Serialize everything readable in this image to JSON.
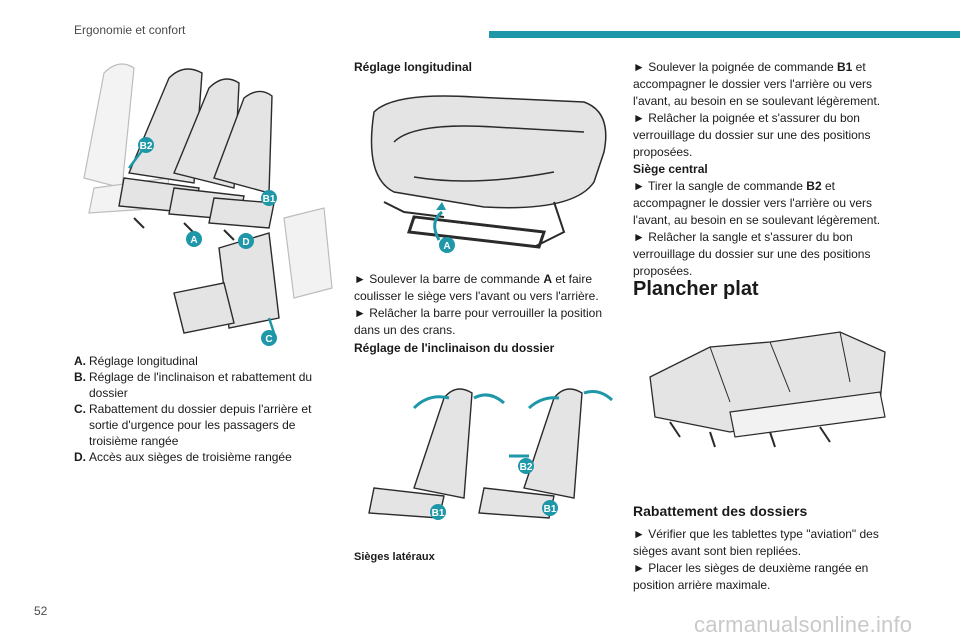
{
  "header": {
    "section": "Ergonomie et confort",
    "accent_color": "#1e97a9"
  },
  "page_number": "52",
  "watermark": "carmanualsonline.info",
  "figure1": {
    "callouts": [
      "B2",
      "B1",
      "A",
      "D",
      "C"
    ]
  },
  "legend": [
    {
      "key": "A.",
      "text": "Réglage longitudinal"
    },
    {
      "key": "B.",
      "text": "Réglage de l'inclinaison et rabattement du dossier"
    },
    {
      "key": "C.",
      "text": "Rabattement du dossier depuis l'arrière et sortie d'urgence pour les passagers de troisième rangée"
    },
    {
      "key": "D.",
      "text": "Accès aux sièges de troisième rangée"
    }
  ],
  "col2": {
    "heading1": "Réglage longitudinal",
    "figure_callout": "A",
    "p1_pre": "► Soulever la barre de commande ",
    "p1_bold": "A",
    "p1_post": " et faire coulisser le siège vers l'avant ou vers l'arrière.",
    "p2": "► Relâcher la barre pour verrouiller la position dans un des crans.",
    "heading2": "Réglage de l'inclinaison du dossier",
    "figure2_callouts": [
      "B1",
      "B2",
      "B1"
    ],
    "caption": "Sièges latéraux"
  },
  "col3": {
    "p1_pre": "► Soulever la poignée de commande ",
    "p1_bold": "B1",
    "p1_post": " et accompagner le dossier vers l'arrière ou vers l'avant, au besoin en se soulevant légèrement.",
    "p2": "► Relâcher la poignée et s'assurer du bon verrouillage du dossier sur une des positions proposées.",
    "subheading": "Siège central",
    "p3_pre": "► Tirer la sangle de commande ",
    "p3_bold": "B2",
    "p3_post": " et accompagner le dossier vers l'arrière ou vers l'avant, au besoin en se soulevant légèrement.",
    "p4": "► Relâcher la sangle et s'assurer du bon verrouillage du dossier sur une des positions proposées.",
    "title": "Plancher plat",
    "section": "Rabattement des dossiers",
    "p5": "► Vérifier que les tablettes type \"aviation\" des sièges avant sont bien repliées.",
    "p6": "► Placer les sièges de deuxième rangée en position arrière maximale."
  }
}
